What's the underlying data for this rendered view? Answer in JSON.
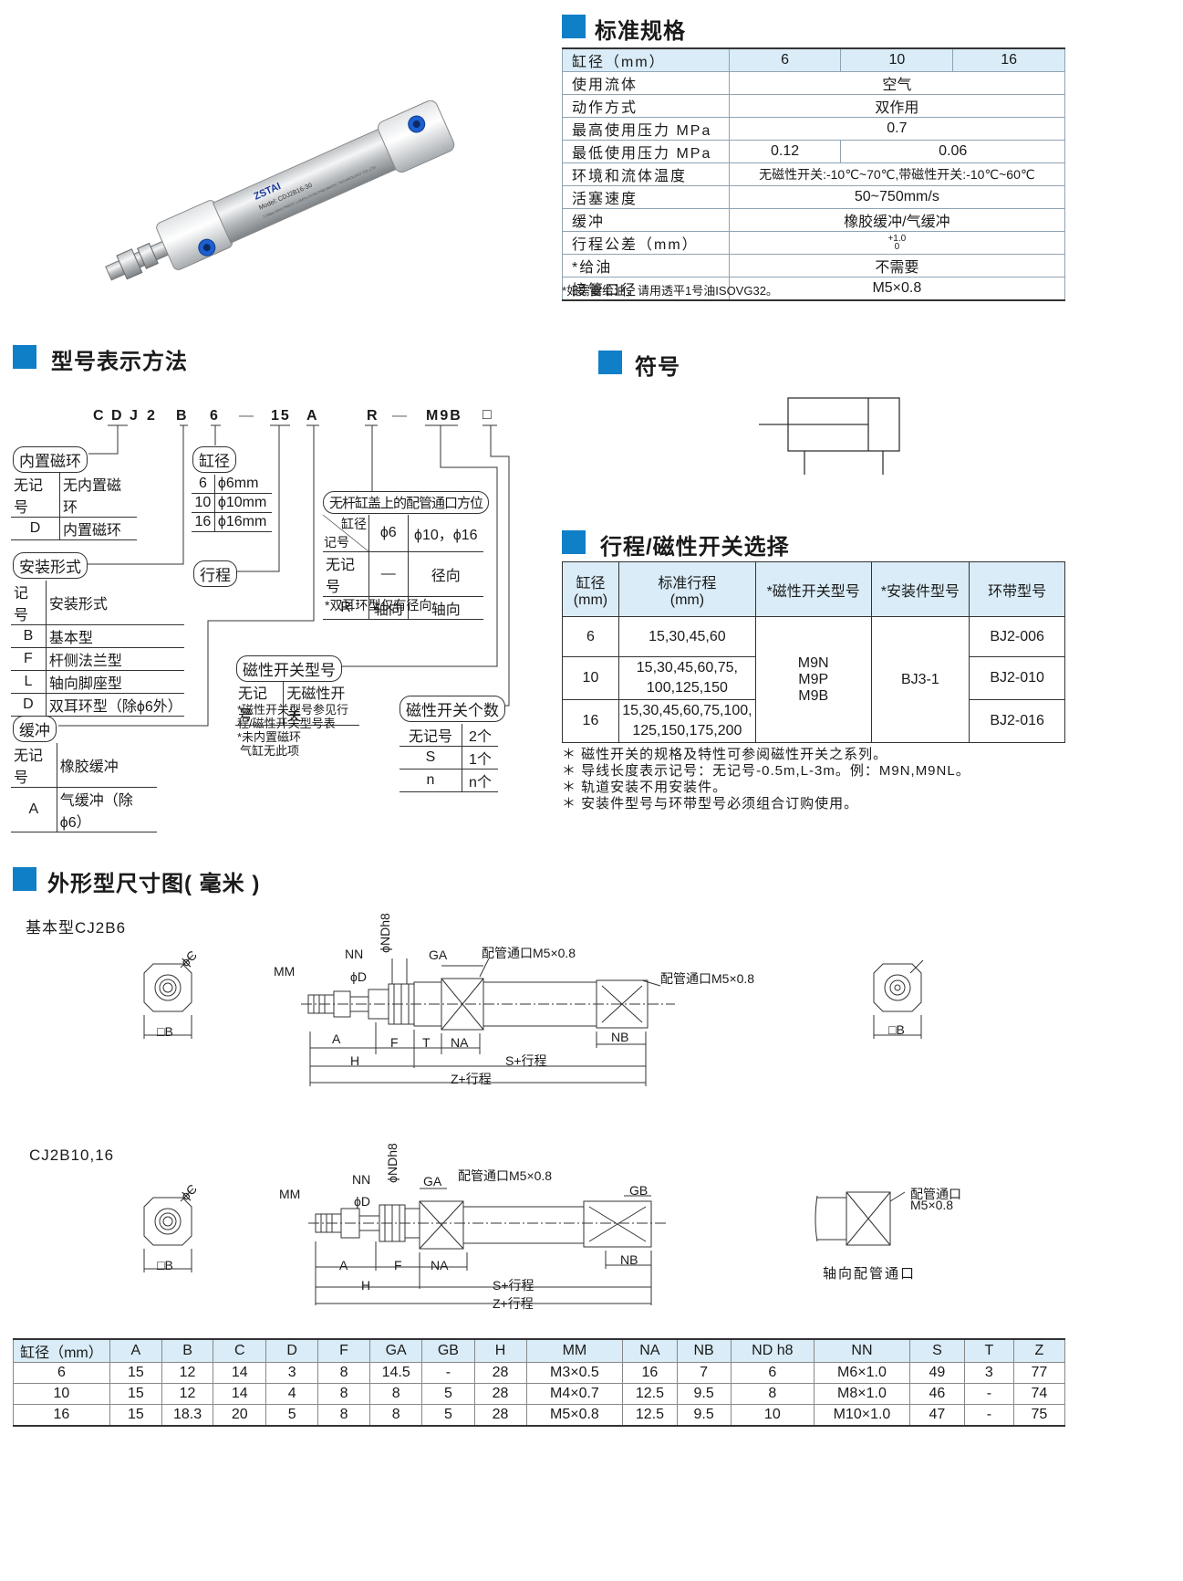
{
  "product_image": {
    "brand": "ZSTAI",
    "model_text": "Model: CDJ2B16-30",
    "small_text": "2.0Mpa  MAX.PRESS 1.0MPa  ZSTAI PNEUMATIC TECHNOLOGY CO.,LTD."
  },
  "spec": {
    "title": "标准规格",
    "header": {
      "label": "缸径（mm）",
      "c1": "6",
      "c2": "10",
      "c3": "16"
    },
    "rows": [
      {
        "label": "使用流体",
        "value": "空气"
      },
      {
        "label": "动作方式",
        "value": "双作用"
      },
      {
        "label": "最高使用压力 MPa",
        "value": "0.7"
      },
      {
        "label": "最低使用压力 MPa",
        "v1": "0.12",
        "v2": "0.06"
      },
      {
        "label": "环境和流体温度",
        "value": "无磁性开关:-10℃~70℃,带磁性开关:-10℃~60℃"
      },
      {
        "label": "活塞速度",
        "value": "50~750mm/s"
      },
      {
        "label": "缓冲",
        "value": "橡胶缓冲/气缓冲"
      },
      {
        "label": "行程公差（mm）",
        "tol_top": "+1.0",
        "tol_bottom": "0"
      },
      {
        "label": "*给油",
        "value": "不需要"
      },
      {
        "label": "接管口径",
        "value": "M5×0.8"
      }
    ],
    "note": "*如需要给油，请用透平1号油ISOVG32。"
  },
  "model": {
    "title": "型号表示方法",
    "code": [
      "C",
      "D",
      "J",
      "2",
      "B",
      "6",
      "—",
      "15",
      "A",
      "R",
      "—",
      "M9B",
      "□"
    ],
    "magnet": {
      "title": "内置磁环",
      "rows": [
        [
          "无记号",
          "无内置磁环"
        ],
        [
          "D",
          "内置磁环"
        ]
      ]
    },
    "bore": {
      "title": "缸径",
      "rows": [
        [
          "6",
          "ϕ6mm"
        ],
        [
          "10",
          "ϕ10mm"
        ],
        [
          "16",
          "ϕ16mm"
        ]
      ]
    },
    "stroke": {
      "title": "行程"
    },
    "mount": {
      "title": "安装形式",
      "rows": [
        [
          "记号",
          "安装形式"
        ],
        [
          "B",
          "基本型"
        ],
        [
          "F",
          "杆侧法兰型"
        ],
        [
          "L",
          "轴向脚座型"
        ],
        [
          "D",
          "双耳环型（除ϕ6外）"
        ]
      ]
    },
    "cushion": {
      "title": "缓冲",
      "rows": [
        [
          "无记号",
          "橡胶缓冲"
        ],
        [
          "A",
          "气缓冲（除ϕ6）"
        ]
      ]
    },
    "port": {
      "title": "无杆缸盖上的配管通口方位",
      "corner_top": "缸径",
      "corner_bottom": "记号",
      "h1": "ϕ6",
      "h2": "ϕ10，ϕ16",
      "rows": [
        [
          "无记号",
          "—",
          "径向"
        ],
        [
          "R",
          "轴向",
          "轴向"
        ]
      ],
      "note": "*双耳环型仅有径向"
    },
    "switch": {
      "title": "磁性开关型号",
      "rows": [
        [
          "无记号",
          "无磁性开关"
        ]
      ],
      "notes": [
        "*磁性开关型号参见行",
        "程/磁性开关型号表",
        "*未内置磁环",
        "气缸无此项"
      ]
    },
    "switch_count": {
      "title": "磁性开关个数",
      "rows": [
        [
          "无记号",
          "2个"
        ],
        [
          "S",
          "1个"
        ],
        [
          "n",
          "n个"
        ]
      ]
    }
  },
  "symbol": {
    "title": "符号"
  },
  "stroke_table": {
    "title": "行程/磁性开关选择",
    "headers": [
      "缸径\n(mm)",
      "标准行程\n(mm)",
      "*磁性开关型号",
      "*安装件型号",
      "环带型号"
    ],
    "rows": [
      {
        "bore": "6",
        "stroke": "15,30,45,60",
        "band": "BJ2-006"
      },
      {
        "bore": "10",
        "stroke": "15,30,45,60,75,\n100,125,150",
        "band": "BJ2-010"
      },
      {
        "bore": "16",
        "stroke": "15,30,45,60,75,100,\n125,150,175,200",
        "band": "BJ2-016"
      }
    ],
    "switches": "M9N\nM9P\nM9B",
    "mount_part": "BJ3-1",
    "notes": [
      "＊ 磁性开关的规格及特性可参阅磁性开关之系列。",
      "＊ 导线长度表示记号：无记号-0.5m,L-3m。例：M9N,M9NL。",
      "＊ 轨道安装不用安装件。",
      "＊ 安装件型号与环带型号必须组合订购使用。"
    ]
  },
  "dims": {
    "title": "外形型尺寸图( 毫米 )",
    "basic_title": "基本型CJ2B6",
    "second_title": "CJ2B10,16",
    "labels": {
      "phiC": "ϕC",
      "B": "□B",
      "MM": "MM",
      "NN": "NN",
      "phiD": "ϕD",
      "phiNDh8": "ϕNDh8",
      "GA": "GA",
      "GB": "GB",
      "port": "配管通口M5×0.8",
      "A": "A",
      "F": "F",
      "T": "T",
      "NA": "NA",
      "NB": "NB",
      "H": "H",
      "S": "S+行程",
      "Z": "Z+行程",
      "axial_port1": "配管通口",
      "axial_port2": "M5×0.8",
      "axial_caption": "轴向配管通口"
    },
    "table": {
      "headers": [
        "缸径（mm）",
        "A",
        "B",
        "C",
        "D",
        "F",
        "GA",
        "GB",
        "H",
        "MM",
        "NA",
        "NB",
        "ND h8",
        "NN",
        "S",
        "T",
        "Z"
      ],
      "rows": [
        [
          "6",
          "15",
          "12",
          "14",
          "3",
          "8",
          "14.5",
          "-",
          "28",
          "M3×0.5",
          "16",
          "7",
          "6",
          "M6×1.0",
          "49",
          "3",
          "77"
        ],
        [
          "10",
          "15",
          "12",
          "14",
          "4",
          "8",
          "8",
          "5",
          "28",
          "M4×0.7",
          "12.5",
          "9.5",
          "8",
          "M8×1.0",
          "46",
          "-",
          "74"
        ],
        [
          "16",
          "15",
          "18.3",
          "20",
          "5",
          "8",
          "8",
          "5",
          "28",
          "M5×0.8",
          "12.5",
          "9.5",
          "10",
          "M10×1.0",
          "47",
          "-",
          "75"
        ]
      ]
    }
  },
  "colors": {
    "accent": "#0f7fc8",
    "header_bg": "#d9ecf7"
  }
}
